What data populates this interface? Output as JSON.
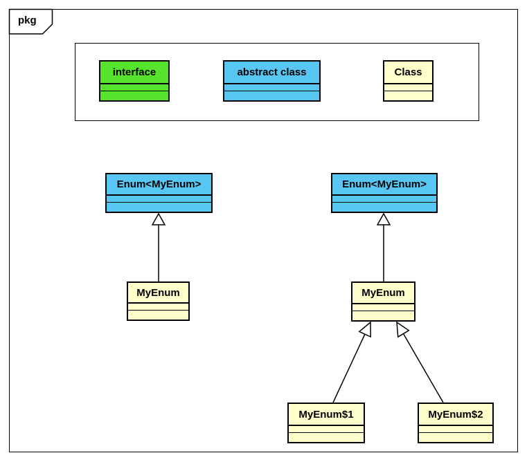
{
  "frame": {
    "tab_label": "pkg"
  },
  "colors": {
    "interface_fill": "#55E32B",
    "abstract_class_fill": "#58C6F2",
    "class_fill": "#FFFFCC",
    "line": "#000000",
    "background": "#FFFFFF"
  },
  "legend": {
    "items": [
      {
        "label": "interface",
        "fill": "#55E32B"
      },
      {
        "label": "abstract class",
        "fill": "#58C6F2"
      },
      {
        "label": "Class",
        "fill": "#FFFFCC"
      }
    ]
  },
  "nodes": {
    "left_enum": {
      "label": "Enum<MyEnum>",
      "kind": "abstract class"
    },
    "left_myenum": {
      "label": "MyEnum",
      "kind": "class"
    },
    "right_enum": {
      "label": "Enum<MyEnum>",
      "kind": "abstract class"
    },
    "right_myenum": {
      "label": "MyEnum",
      "kind": "class"
    },
    "right_myenum1": {
      "label": "MyEnum$1",
      "kind": "class"
    },
    "right_myenum2": {
      "label": "MyEnum$2",
      "kind": "class"
    }
  },
  "relationships": [
    {
      "from": "MyEnum",
      "to": "Enum<MyEnum>",
      "type": "generalization",
      "side": "left"
    },
    {
      "from": "MyEnum",
      "to": "Enum<MyEnum>",
      "type": "generalization",
      "side": "right"
    },
    {
      "from": "MyEnum$1",
      "to": "MyEnum",
      "type": "generalization",
      "side": "right"
    },
    {
      "from": "MyEnum$2",
      "to": "MyEnum",
      "type": "generalization",
      "side": "right"
    }
  ]
}
